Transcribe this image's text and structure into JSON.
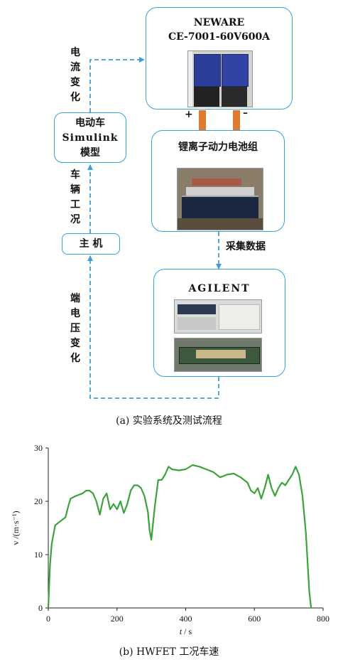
{
  "diagram": {
    "neware": {
      "line1": "NEWARE",
      "line2": "CE-7001-60V600A",
      "plus": "+",
      "minus": "–"
    },
    "ev_model": {
      "line1": "电动车",
      "line2": "Simulink",
      "line3": "模型"
    },
    "battery": {
      "label": "锂离子动力电池组"
    },
    "host": {
      "label": "主 机"
    },
    "agilent": {
      "label": "AGILENT"
    },
    "edges": {
      "current_change": "电\n流\n变\n化",
      "vehicle_condition": "车\n辆\n工\n况",
      "terminal_voltage": "端\n电\n压\n变\n化",
      "collect_data": "采集数据"
    },
    "caption": "(a)  实验系统及测试流程"
  },
  "chart": {
    "caption": "(b)  HWFET 工况车速",
    "xlabel_var": "t",
    "xlabel_unit": " / s",
    "ylabel": "v /(m·s⁻¹)",
    "line_color": "#3aa33a"
  },
  "chart_data": {
    "type": "line",
    "title": "",
    "xlabel": "t / s",
    "ylabel": "v /(m·s⁻¹)",
    "xlim": [
      0,
      800
    ],
    "ylim": [
      0,
      30
    ],
    "xticks": [
      0,
      200,
      400,
      600,
      800
    ],
    "yticks": [
      0,
      10,
      20,
      30
    ],
    "series": [
      {
        "x": [
          0,
          5,
          10,
          20,
          30,
          40,
          50,
          60,
          65,
          80,
          100,
          110,
          120,
          130,
          140,
          150,
          160,
          170,
          180,
          190,
          200,
          210,
          220,
          230,
          240,
          250,
          260,
          270,
          280,
          290,
          295,
          300,
          310,
          320,
          330,
          340,
          350,
          360,
          380,
          400,
          420,
          440,
          460,
          480,
          500,
          520,
          540,
          560,
          580,
          590,
          600,
          610,
          620,
          630,
          640,
          650,
          660,
          670,
          680,
          690,
          700,
          710,
          720,
          730,
          740,
          750,
          760,
          765
        ],
        "y": [
          0,
          8,
          12,
          15.5,
          16,
          16.5,
          17,
          19.5,
          20.5,
          21,
          21.5,
          22,
          22,
          21.5,
          20,
          17.5,
          20.5,
          21.5,
          18.5,
          19.5,
          18.5,
          20,
          17.8,
          19.5,
          22,
          23,
          23,
          22.5,
          21,
          18,
          14.5,
          12.8,
          19,
          24,
          24,
          25,
          26.5,
          26,
          25.8,
          26,
          26.8,
          26.5,
          26,
          25.5,
          24.5,
          25,
          25.2,
          24.5,
          23.5,
          22,
          21.5,
          22.5,
          20.5,
          22.5,
          25,
          22.5,
          21,
          22.5,
          23.5,
          23,
          24,
          25,
          26.5,
          25,
          21,
          14,
          3,
          0
        ]
      }
    ]
  }
}
